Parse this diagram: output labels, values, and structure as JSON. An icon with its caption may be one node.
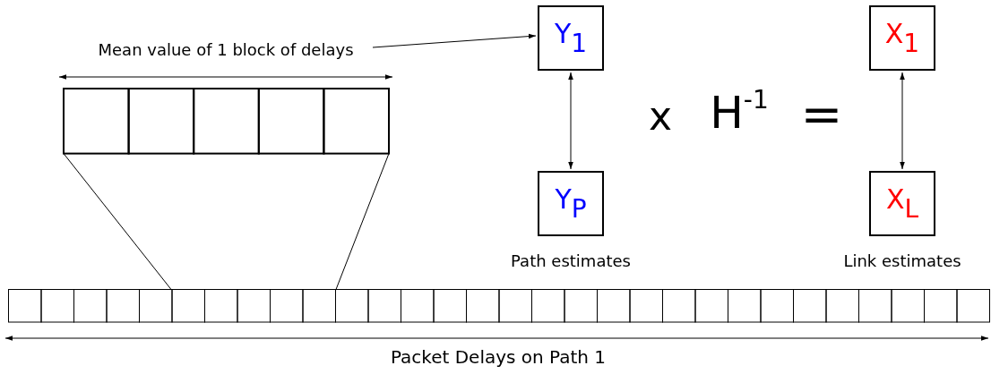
{
  "diagram": {
    "nodes": [
      {
        "text": [
          "Mean value of 1 block of delays"
        ]
      },
      {
        "text": [
          "Y$_{1}$"
        ]
      },
      {
        "text": [
          "Y$_{P}$"
        ],
        "beside": [
          "Path estimates"
        ]
      },
      {
        "text": [
          "X$_{1}$"
        ]
      },
      {
        "text": [
          "X$_{L}$"
        ],
        "beside": [
          "Link estimates"
        ]
      },
      {
        "text": [],
        "shape": "box"
      },
      {
        "text": [],
        "shape": "box"
      }
    ],
    "edges": [
      {
        "from": 0,
        "to": 1,
        "arrow": "to"
      },
      {
        "from": 1,
        "to": 2,
        "arrow": "both"
      },
      {
        "from": 3,
        "to": 4,
        "arrow": "both"
      },
      {
        "from": 5,
        "to": 6,
        "arrow": "none"
      },
      {
        "from": 5,
        "to": 6,
        "arrow": "none"
      }
    ],
    "labels": [
      "x",
      "H$^{-1}$",
      "=",
      "Packet Delays on Path 1"
    ]
  }
}
